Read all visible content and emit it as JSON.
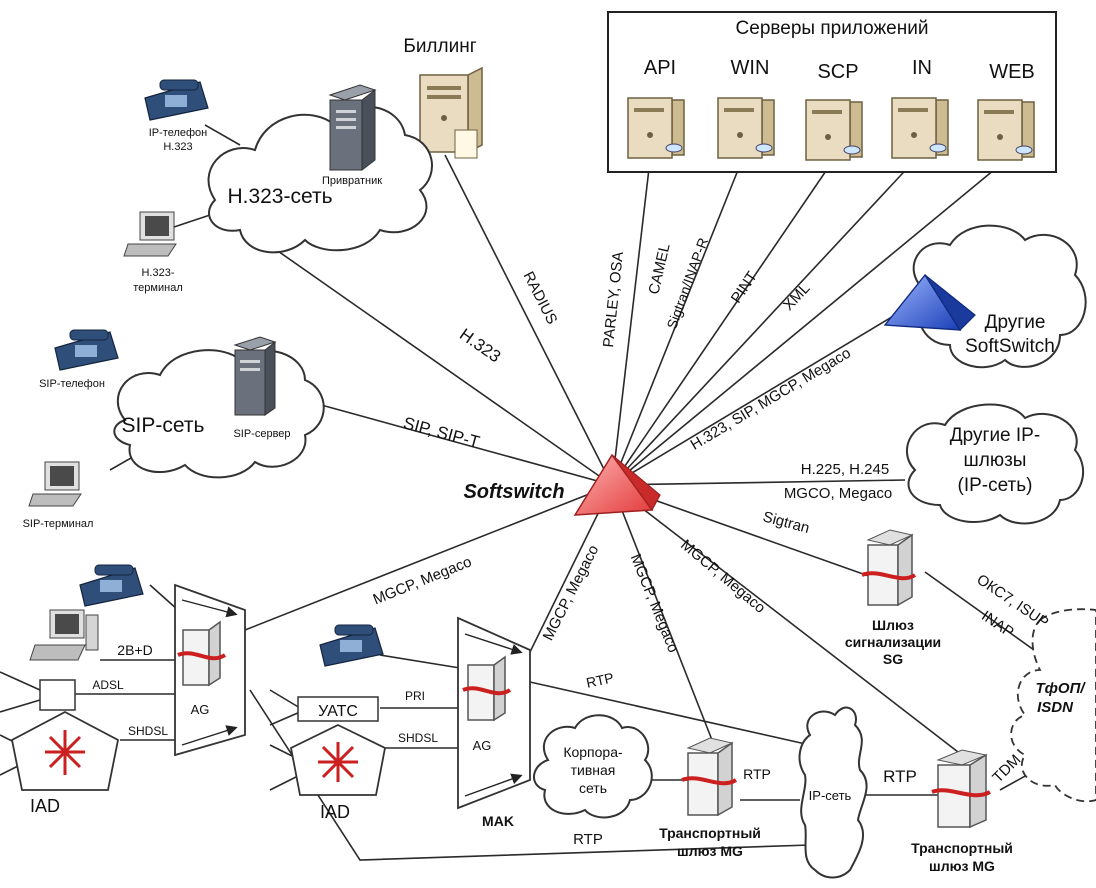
{
  "servers_box": {
    "title": "Серверы приложений",
    "servers": [
      "API",
      "WIN",
      "SCP",
      "IN",
      "WEB"
    ]
  },
  "billing": "Биллинг",
  "center": "Softswitch",
  "h323_net": {
    "cloud": "H.323-сеть",
    "phone": [
      "IP-телефон",
      "H.323"
    ],
    "terminal": [
      "H.323-",
      "терминал"
    ],
    "gatekeeper": "Привратник"
  },
  "sip_net": {
    "cloud": "SIP-сеть",
    "phone": "SIP-телефон",
    "terminal": "SIP-терминал",
    "server": "SIP-сервер"
  },
  "other_softswitch": [
    "Другие",
    "SoftSwitch"
  ],
  "other_ip_gw": [
    "Другие IP-",
    "шлюзы",
    "(IP-сеть)"
  ],
  "signal_gw": [
    "Шлюз",
    "сигнализации",
    "SG"
  ],
  "pstn": [
    "ТфОП/",
    "ISDN"
  ],
  "corp_net": [
    "Корпора-",
    "тивная",
    "сеть"
  ],
  "ip_net": "IP-сеть",
  "mak": "MAK",
  "transport_gw_1": [
    "Транспортный",
    "шлюз MG"
  ],
  "transport_gw_2": [
    "Транспортный",
    "шлюз MG"
  ],
  "ag_left": "AG",
  "ag_mid": "AG",
  "iad_left": "IAD",
  "iad_mid": "IAD",
  "uats": "УАТС",
  "links": {
    "radius": "RADIUS",
    "parley": "PARLEY, OSA",
    "camel": "CAMEL",
    "sigtran_inap": "Sigtran/INAP-R",
    "pint": "PINT",
    "xml": "XML",
    "h323": "H.323",
    "sip": "SIP, SIP-T",
    "softswitch_link": "H.323, SIP, MGCP, Megaco",
    "h225": "H.225, H.245",
    "mgco": "MGCO, Megaco",
    "sigtran": "Sigtran",
    "oks7": "ОКС7, ISUP",
    "inap": "INAP",
    "mgcp_ag": "MGCP, Megaco",
    "mgcp_mak": "MGCP, Megaco",
    "mgcp_mg1": "MGCP, Megaco",
    "mgcp_mg2": "MGCP, Megaco",
    "rtp_top": "RTP",
    "rtp_mid": "RTP",
    "rtp_right": "RTP",
    "rtp_bottom": "RTP",
    "tdm": "TDM",
    "b2d": "2B+D",
    "adsl": "ADSL",
    "shdsl_left": "SHDSL",
    "shdsl_mid": "SHDSL",
    "pri": "PRI"
  }
}
